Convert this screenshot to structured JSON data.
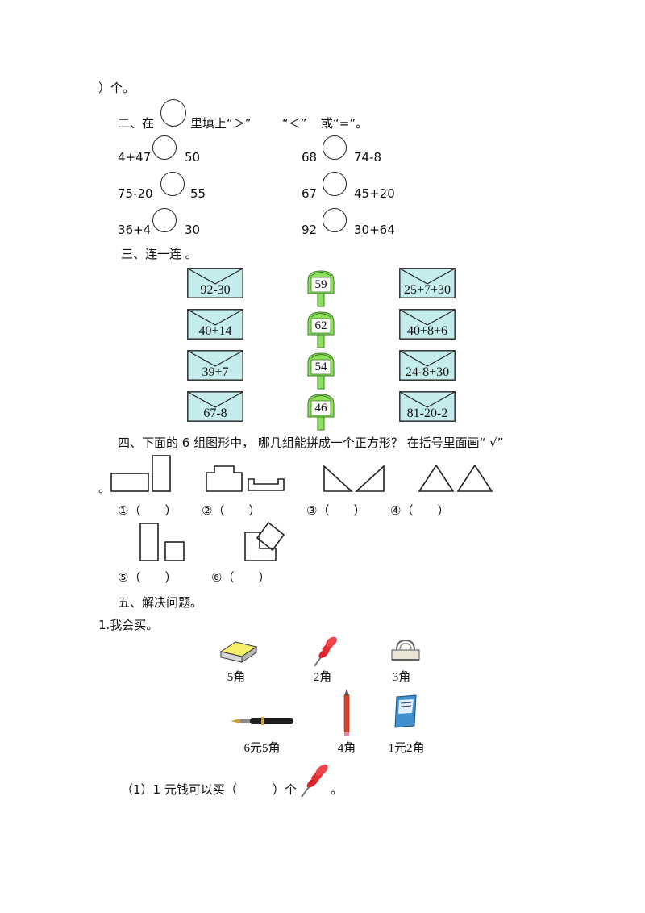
{
  "top_fragment": "）个。",
  "sec2": {
    "title_a": "二、在",
    "title_b": "里填上“＞”",
    "title_c": "“＜”",
    "title_d": "或“=”。",
    "items": [
      {
        "left": "4+47",
        "right": "50"
      },
      {
        "left": "68",
        "right": "74-8"
      },
      {
        "left": "75-20",
        "right": "55"
      },
      {
        "left": "67",
        "right": "45+20"
      },
      {
        "left": "36+4",
        "right": "30"
      },
      {
        "left": "92",
        "right": "30+64"
      }
    ]
  },
  "sec3": {
    "title": "三、连一连 。",
    "left_envelopes": [
      "92-30",
      "40+14",
      "39+7",
      "67-8"
    ],
    "mailboxes": [
      "59",
      "62",
      "54",
      "46"
    ],
    "right_envelopes": [
      "25+7+30",
      "40+8+6",
      "24-8+30",
      "81-20-2"
    ],
    "envelope_color": "#c5ecec",
    "mailbox_color": "#8fe05a"
  },
  "sec4": {
    "title": "四、下面的 6 组图形中， 哪几组能拼成一个正方形？ 在括号里面画“ √”",
    "lead": "。",
    "labels": [
      "①（　　）",
      "②（　　）",
      "③（　　）",
      "④（　　）",
      "⑤（　　）",
      "⑥（　　）"
    ]
  },
  "sec5": {
    "title": "五、解决问题。",
    "sub": "1.我会买。",
    "prices": [
      "5角",
      "2角",
      "3角",
      "6元5角",
      "4角",
      "1元2角"
    ],
    "q1_a": "（1）1 元钱可以买（",
    "q1_b": "）个",
    "q1_c": "。"
  }
}
